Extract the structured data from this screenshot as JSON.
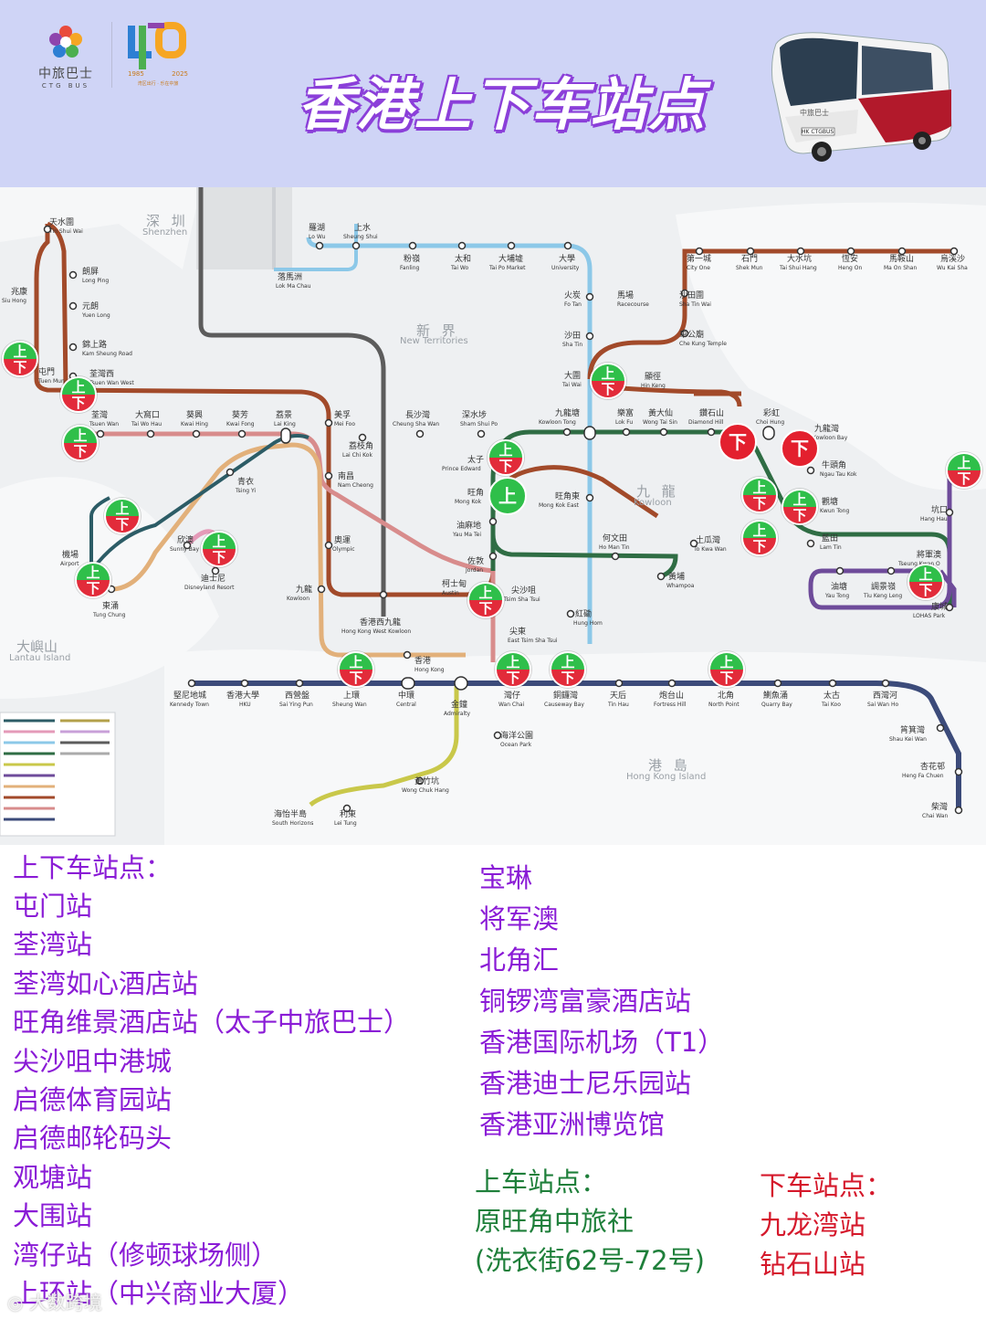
{
  "header": {
    "brand_zh": "中旅巴士",
    "brand_en": "CTG BUS",
    "anniversary_years": [
      "1985",
      "2025"
    ],
    "anniversary_slogan": "湾区出行 · 乐在中旅",
    "title": "香港上下车站点",
    "bus_brand": "中旅巴士",
    "bus_plate": "HK CTGBUS",
    "colors": {
      "background": "#cfd4f6",
      "title_outline": "#8b3fd9"
    }
  },
  "map": {
    "regions": [
      {
        "zh": "深 圳",
        "en": "Shenzhen"
      },
      {
        "zh": "新 界",
        "en": "New Territories"
      },
      {
        "zh": "九 龍",
        "en": "Kowloon"
      },
      {
        "zh": "大嶼山",
        "en": "Lantau Island"
      },
      {
        "zh": "港 島",
        "en": "Hong Kong Island"
      }
    ],
    "stations": [
      {
        "zh": "天水圍",
        "en": "Tin Shui Wai"
      },
      {
        "zh": "朗屏",
        "en": "Long Ping"
      },
      {
        "zh": "兆康",
        "en": "Siu Hong"
      },
      {
        "zh": "元朗",
        "en": "Yuen Long"
      },
      {
        "zh": "錦上路",
        "en": "Kam Sheung Road"
      },
      {
        "zh": "屯門",
        "en": "Tuen Mun"
      },
      {
        "zh": "荃灣西",
        "en": "Tsuen Wan West"
      },
      {
        "zh": "荃灣",
        "en": "Tsuen Wan"
      },
      {
        "zh": "大窩口",
        "en": "Tai Wo Hau"
      },
      {
        "zh": "葵興",
        "en": "Kwai Hing"
      },
      {
        "zh": "葵芳",
        "en": "Kwai Fong"
      },
      {
        "zh": "荔景",
        "en": "Lai King"
      },
      {
        "zh": "美孚",
        "en": "Mei Foo"
      },
      {
        "zh": "荔枝角",
        "en": "Lai Chi Kok"
      },
      {
        "zh": "長沙灣",
        "en": "Cheung Sha Wan"
      },
      {
        "zh": "深水埗",
        "en": "Sham Shui Po"
      },
      {
        "zh": "南昌",
        "en": "Nam Cheong"
      },
      {
        "zh": "青衣",
        "en": "Tsing Yi"
      },
      {
        "zh": "羅湖",
        "en": "Lo Wu"
      },
      {
        "zh": "上水",
        "en": "Sheung Shui"
      },
      {
        "zh": "落馬洲",
        "en": "Lok Ma Chau"
      },
      {
        "zh": "粉嶺",
        "en": "Fanling"
      },
      {
        "zh": "太和",
        "en": "Tai Wo"
      },
      {
        "zh": "大埔墟",
        "en": "Tai Po Market"
      },
      {
        "zh": "大學",
        "en": "University"
      },
      {
        "zh": "火炭",
        "en": "Fo Tan"
      },
      {
        "zh": "馬場",
        "en": "Racecourse"
      },
      {
        "zh": "沙田",
        "en": "Sha Tin"
      },
      {
        "zh": "大圍",
        "en": "Tai Wai"
      },
      {
        "zh": "第一城",
        "en": "City One"
      },
      {
        "zh": "石門",
        "en": "Shek Mun"
      },
      {
        "zh": "大水坑",
        "en": "Tai Shui Hang"
      },
      {
        "zh": "恆安",
        "en": "Heng On"
      },
      {
        "zh": "馬鞍山",
        "en": "Ma On Shan"
      },
      {
        "zh": "烏溪沙",
        "en": "Wu Kai Sha"
      },
      {
        "zh": "沙田圍",
        "en": "Sha Tin Wai"
      },
      {
        "zh": "車公廟",
        "en": "Che Kung Temple"
      },
      {
        "zh": "顯徑",
        "en": "Hin Keng"
      },
      {
        "zh": "九龍塘",
        "en": "Kowloon Tong"
      },
      {
        "zh": "樂富",
        "en": "Lok Fu"
      },
      {
        "zh": "黃大仙",
        "en": "Wong Tai Sin"
      },
      {
        "zh": "鑽石山",
        "en": "Diamond Hill"
      },
      {
        "zh": "彩虹",
        "en": "Choi Hung"
      },
      {
        "zh": "九龍灣",
        "en": "Kowloon Bay"
      },
      {
        "zh": "牛頭角",
        "en": "Ngau Tau Kok"
      },
      {
        "zh": "觀塘",
        "en": "Kwun Tong"
      },
      {
        "zh": "藍田",
        "en": "Lam Tin"
      },
      {
        "zh": "太子",
        "en": "Prince Edward"
      },
      {
        "zh": "旺角",
        "en": "Mong Kok"
      },
      {
        "zh": "旺角東",
        "en": "Mong Kok East"
      },
      {
        "zh": "油麻地",
        "en": "Yau Ma Tei"
      },
      {
        "zh": "佐敦",
        "en": "Jordan"
      },
      {
        "zh": "何文田",
        "en": "Ho Man Tin"
      },
      {
        "zh": "土瓜灣",
        "en": "To Kwa Wan"
      },
      {
        "zh": "黃埔",
        "en": "Whampoa"
      },
      {
        "zh": "柯士甸",
        "en": "Austin"
      },
      {
        "zh": "尖沙咀",
        "en": "Tsim Sha Tsui"
      },
      {
        "zh": "紅磡",
        "en": "Hung Hom"
      },
      {
        "zh": "尖東",
        "en": "East Tsim Sha Tsui"
      },
      {
        "zh": "奧運",
        "en": "Olympic"
      },
      {
        "zh": "九龍",
        "en": "Kowloon"
      },
      {
        "zh": "香港西九龍",
        "en": "Hong Kong West Kowloon"
      },
      {
        "zh": "香港",
        "en": "Hong Kong"
      },
      {
        "zh": "欣澳",
        "en": "Sunny Bay"
      },
      {
        "zh": "迪士尼",
        "en": "Disneyland Resort"
      },
      {
        "zh": "機場",
        "en": "Airport"
      },
      {
        "zh": "東涌",
        "en": "Tung Chung"
      },
      {
        "zh": "堅尼地城",
        "en": "Kennedy Town"
      },
      {
        "zh": "香港大學",
        "en": "HKU"
      },
      {
        "zh": "西營盤",
        "en": "Sai Ying Pun"
      },
      {
        "zh": "上環",
        "en": "Sheung Wan"
      },
      {
        "zh": "中環",
        "en": "Central"
      },
      {
        "zh": "金鐘",
        "en": "Admiralty"
      },
      {
        "zh": "灣仔",
        "en": "Wan Chai"
      },
      {
        "zh": "銅鑼灣",
        "en": "Causeway Bay"
      },
      {
        "zh": "天后",
        "en": "Tin Hau"
      },
      {
        "zh": "炮台山",
        "en": "Fortress Hill"
      },
      {
        "zh": "北角",
        "en": "North Point"
      },
      {
        "zh": "鰂魚涌",
        "en": "Quarry Bay"
      },
      {
        "zh": "太古",
        "en": "Tai Koo"
      },
      {
        "zh": "西灣河",
        "en": "Sai Wan Ho"
      },
      {
        "zh": "筲箕灣",
        "en": "Shau Kei Wan"
      },
      {
        "zh": "杏花邨",
        "en": "Heng Fa Chuen"
      },
      {
        "zh": "柴灣",
        "en": "Chai Wan"
      },
      {
        "zh": "海洋公園",
        "en": "Ocean Park"
      },
      {
        "zh": "黃竹坑",
        "en": "Wong Chuk Hang"
      },
      {
        "zh": "利東",
        "en": "Lei Tung"
      },
      {
        "zh": "海怡半島",
        "en": "South Horizons"
      },
      {
        "zh": "坑口",
        "en": "Hang Hau"
      },
      {
        "zh": "將軍澳",
        "en": "Tseung Kwan O"
      },
      {
        "zh": "康城",
        "en": "LOHAS Park"
      },
      {
        "zh": "油塘",
        "en": "Yau Tong"
      },
      {
        "zh": "調景嶺",
        "en": "Tiu Keng Leng"
      }
    ],
    "badge_labels": {
      "up": "上",
      "down": "下"
    },
    "line_colors": {
      "tuen_ma": "#923a1e",
      "tsuen_wan": "#e2231a",
      "kwun_tong": "#00a040",
      "island": "#0075c2",
      "east_rail": "#5eb6e4",
      "tung_chung": "#f7943d",
      "airport_express": "#00888a",
      "tseung_kwan_o": "#7d499d",
      "south_island": "#bac429",
      "disneyland": "#f173ac",
      "high_speed": "#9a9a9a"
    }
  },
  "lists": {
    "main_heading": "上下车站点：",
    "stops_left": [
      "屯门站",
      "荃湾站",
      "荃湾如心酒店站",
      "旺角维景酒店站（太子中旅巴士）",
      "尖沙咀中港城",
      "启德体育园站",
      "启德邮轮码头",
      "观塘站",
      "大围站",
      "湾仔站（修顿球场侧）",
      "上环站（中兴商业大厦）"
    ],
    "stops_right": [
      "宝琳",
      "将军澳",
      "北角汇",
      "铜锣湾富豪酒店站",
      "香港国际机场（T1）",
      "香港迪士尼乐园站",
      "香港亚洲博览馆"
    ],
    "boarding_heading": "上车站点：",
    "boarding_stops": [
      "原旺角中旅社",
      "(洗衣街62号-72号)"
    ],
    "alighting_heading": "下车站点：",
    "alighting_stops": [
      "九龙湾站",
      "钻石山站"
    ],
    "colors": {
      "purple": "#8a1bd6",
      "green": "#1e7f3a",
      "red": "#d5182b"
    }
  },
  "watermark": "大数跨境"
}
